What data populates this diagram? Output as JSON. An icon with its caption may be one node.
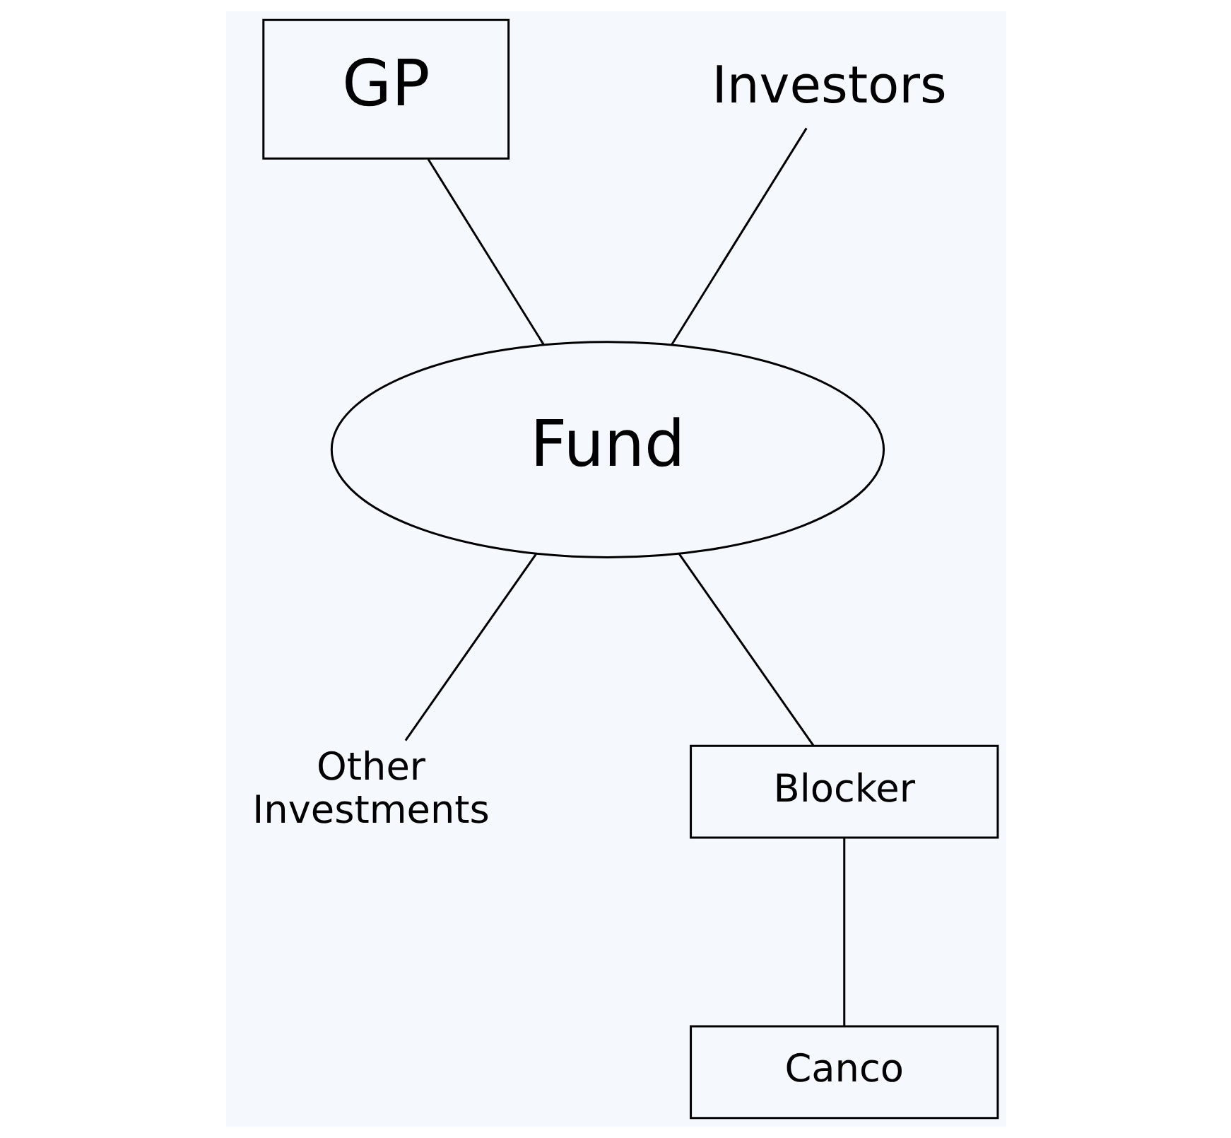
{
  "diagram": {
    "nodes": [
      {
        "text": [
          "GP"
        ]
      },
      {
        "text": [
          "Investors"
        ]
      },
      {
        "text": [
          "Fund"
        ]
      },
      {
        "text": [
          "Other Investments"
        ]
      },
      {
        "text": [
          "Blocker"
        ]
      },
      {
        "text": [
          "Canco"
        ]
      }
    ],
    "edges": [
      {
        "from": 0,
        "to": 2,
        "arrow": "none"
      },
      {
        "from": 1,
        "to": 2,
        "arrow": "none"
      },
      {
        "from": 2,
        "to": 3,
        "arrow": "none"
      },
      {
        "from": 2,
        "to": 4,
        "arrow": "none"
      },
      {
        "from": 4,
        "to": 5,
        "arrow": "none"
      }
    ]
  }
}
